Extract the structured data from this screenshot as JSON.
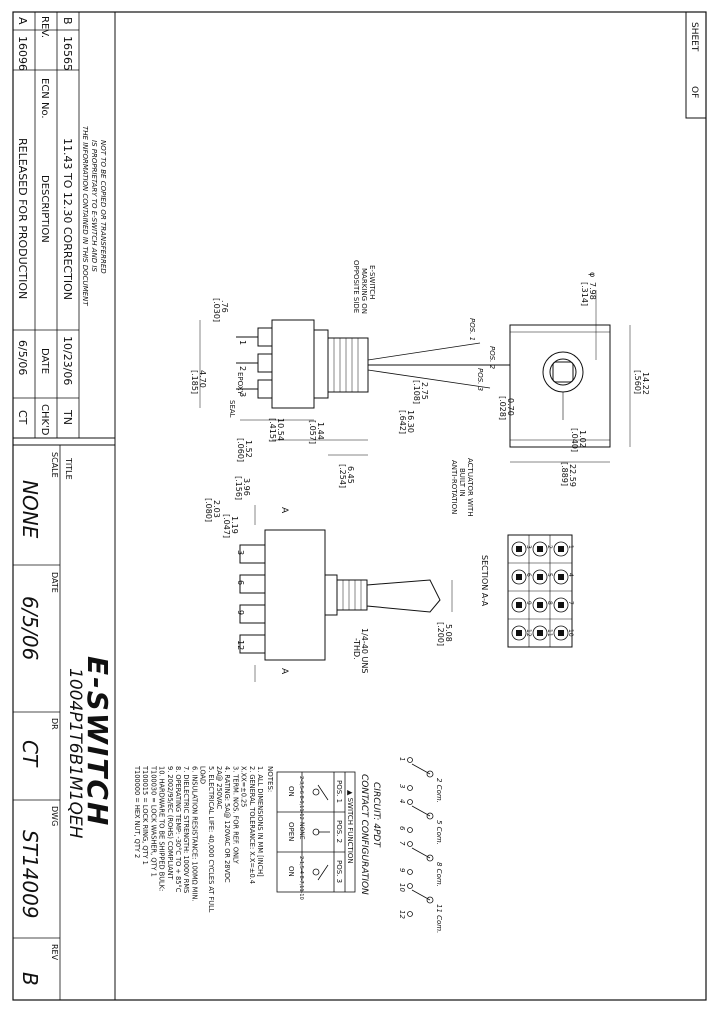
{
  "sheet": {
    "sheet_label": "SHEET",
    "of_label": "OF"
  },
  "revisions": {
    "header": {
      "rev": "REV.",
      "ecn": "ECN No.",
      "description": "DESCRIPTION",
      "date": "DATE",
      "chkd": "CHK'D"
    },
    "rows": [
      {
        "rev": "B",
        "ecn": "16565",
        "description": "11.43 TO 12.30 CORRECTION",
        "date": "10/23/06",
        "chkd": "TN"
      },
      {
        "rev": "A",
        "ecn": "16096",
        "description": "RELEASED FOR PRODUCTION",
        "date": "6/5/06",
        "chkd": "CT"
      }
    ],
    "disclaimer": [
      "THE INFORMATION CONTAINED IN THIS DOCUMENT",
      "IS PROPRIETARY TO E-SWITCH AND IS",
      "NOT TO BE COPIED OR TRANSFERRED"
    ]
  },
  "title_block": {
    "title_label": "TITLE",
    "title": "1004P1T6B1M1QEH",
    "scale_label": "SCALE",
    "scale": "NONE",
    "date_label": "DATE",
    "date": "6/5/06",
    "dr_label": "DR",
    "dr": "CT",
    "dwg_label": "DWG",
    "dwg": "ST14009",
    "rev_label": "REV",
    "rev": "B",
    "logo": "E-SWITCH",
    "colors": {
      "ink": "#111111",
      "background": "#ffffff"
    }
  },
  "side_view": {
    "labels": {
      "marking": [
        "E-SWITCH",
        "MARKING ON",
        "OPPOSITE SIDE"
      ],
      "epoxy": [
        "EPOXY",
        "SEAL"
      ],
      "pos1": "POS. 1",
      "pos2": "POS. 2",
      "pos3": "POS. 3"
    },
    "terminals": [
      "1",
      "2",
      "3"
    ],
    "dims": [
      {
        "v": ".76",
        "i": "[.030]"
      },
      {
        "v": "4.70",
        "i": "[.185]"
      },
      {
        "v": "1.52",
        "i": "[.060]"
      },
      {
        "v": "10.54",
        "i": "[.415]"
      },
      {
        "v": "1.44",
        "i": "[.057]"
      },
      {
        "v": "16.30",
        "i": "[.642]"
      },
      {
        "v": "2.75",
        "i": "[.108]"
      },
      {
        "v": "6.45",
        "i": "[.254]"
      }
    ]
  },
  "front_view": {
    "labels": {
      "antirot": [
        "ACTUATOR WITH",
        "BUILT IN",
        "ANTI-ROTATION"
      ]
    },
    "dims": [
      {
        "v": "7.98",
        "i": "[.314]",
        "prefix": "φ"
      },
      {
        "v": "14.22",
        "i": "[.560]"
      },
      {
        "v": "1.02",
        "i": "[.040]"
      },
      {
        "v": "0.70",
        "i": "[.028]"
      },
      {
        "v": "22.59",
        "i": "[.889]"
      }
    ]
  },
  "bottom_view": {
    "thd_label": [
      "1/4-40 UNS",
      "-THD."
    ],
    "section_marker": "A",
    "terminals": [
      "3",
      "6",
      "9",
      "12"
    ],
    "dims": [
      {
        "v": "3.96",
        "i": "[.156]"
      },
      {
        "v": "1.19",
        "i": "[.047]"
      },
      {
        "v": "2.03",
        "i": "[.080]"
      },
      {
        "v": "5.08",
        "i": "[.200]"
      }
    ]
  },
  "section": {
    "label": "SECTION A-A",
    "grid": [
      [
        "1",
        "4",
        "7",
        "10"
      ],
      [
        "2",
        "5",
        "8",
        "11"
      ],
      [
        "3",
        "6",
        "9",
        "12"
      ]
    ]
  },
  "circuit": {
    "label": "CIRCUIT: 4PDT",
    "commons": [
      "2 Com.",
      "5 Com.",
      "8 Com.",
      "11 Com."
    ],
    "terminal_row": [
      "1",
      "3",
      "4",
      "6",
      "7",
      "9",
      "10",
      "12"
    ]
  },
  "contact": {
    "label": "CONTACT CONFIGURATION",
    "table_title": "▲ SWITCH FUNCTION",
    "headers": [
      "POS. 1",
      "POS. 2",
      "POS. 3"
    ],
    "circuit_row": [
      "2-3,5-6 8-9,11-12",
      "NONE",
      "2-1,5-4 8-7,11-10"
    ],
    "function_row": [
      "ON",
      "OPEN",
      "ON"
    ]
  },
  "notes": {
    "label": "NOTES:",
    "items": [
      "1. ALL DIMENSIONS IN MM [INCH]",
      "2. GENERAL TOLERANCE: X.X=±0.4",
      "                    X.XX=±0.25",
      "3. TERM. NOS. FOR REF. ONLY",
      "4. RATING: 5A@ 120VAC OR 28VDC",
      "           2A@ 250VAC",
      "5. ELECTRICAL LIFE: 40,000 CYCLES AT FULL",
      "           LOAD",
      "6. INSULATION RESISTANCE: 100MΩ MIN.",
      "7. DIELECTRIC STRENGTH: 1000V RMS",
      "8. OPERATING TEMP: -30°C TO + 85°C",
      "9. 2002/95/EC (ROHS) COMPLIANT",
      "10. HARDWARE TO BE SHIPPED BULK:",
      "    T100030 = LOCK WASHER, QTY 1",
      "    T100015 = LOCK RING, QTY 1",
      "    T100000 = HEX NUT, QTY 2"
    ]
  }
}
